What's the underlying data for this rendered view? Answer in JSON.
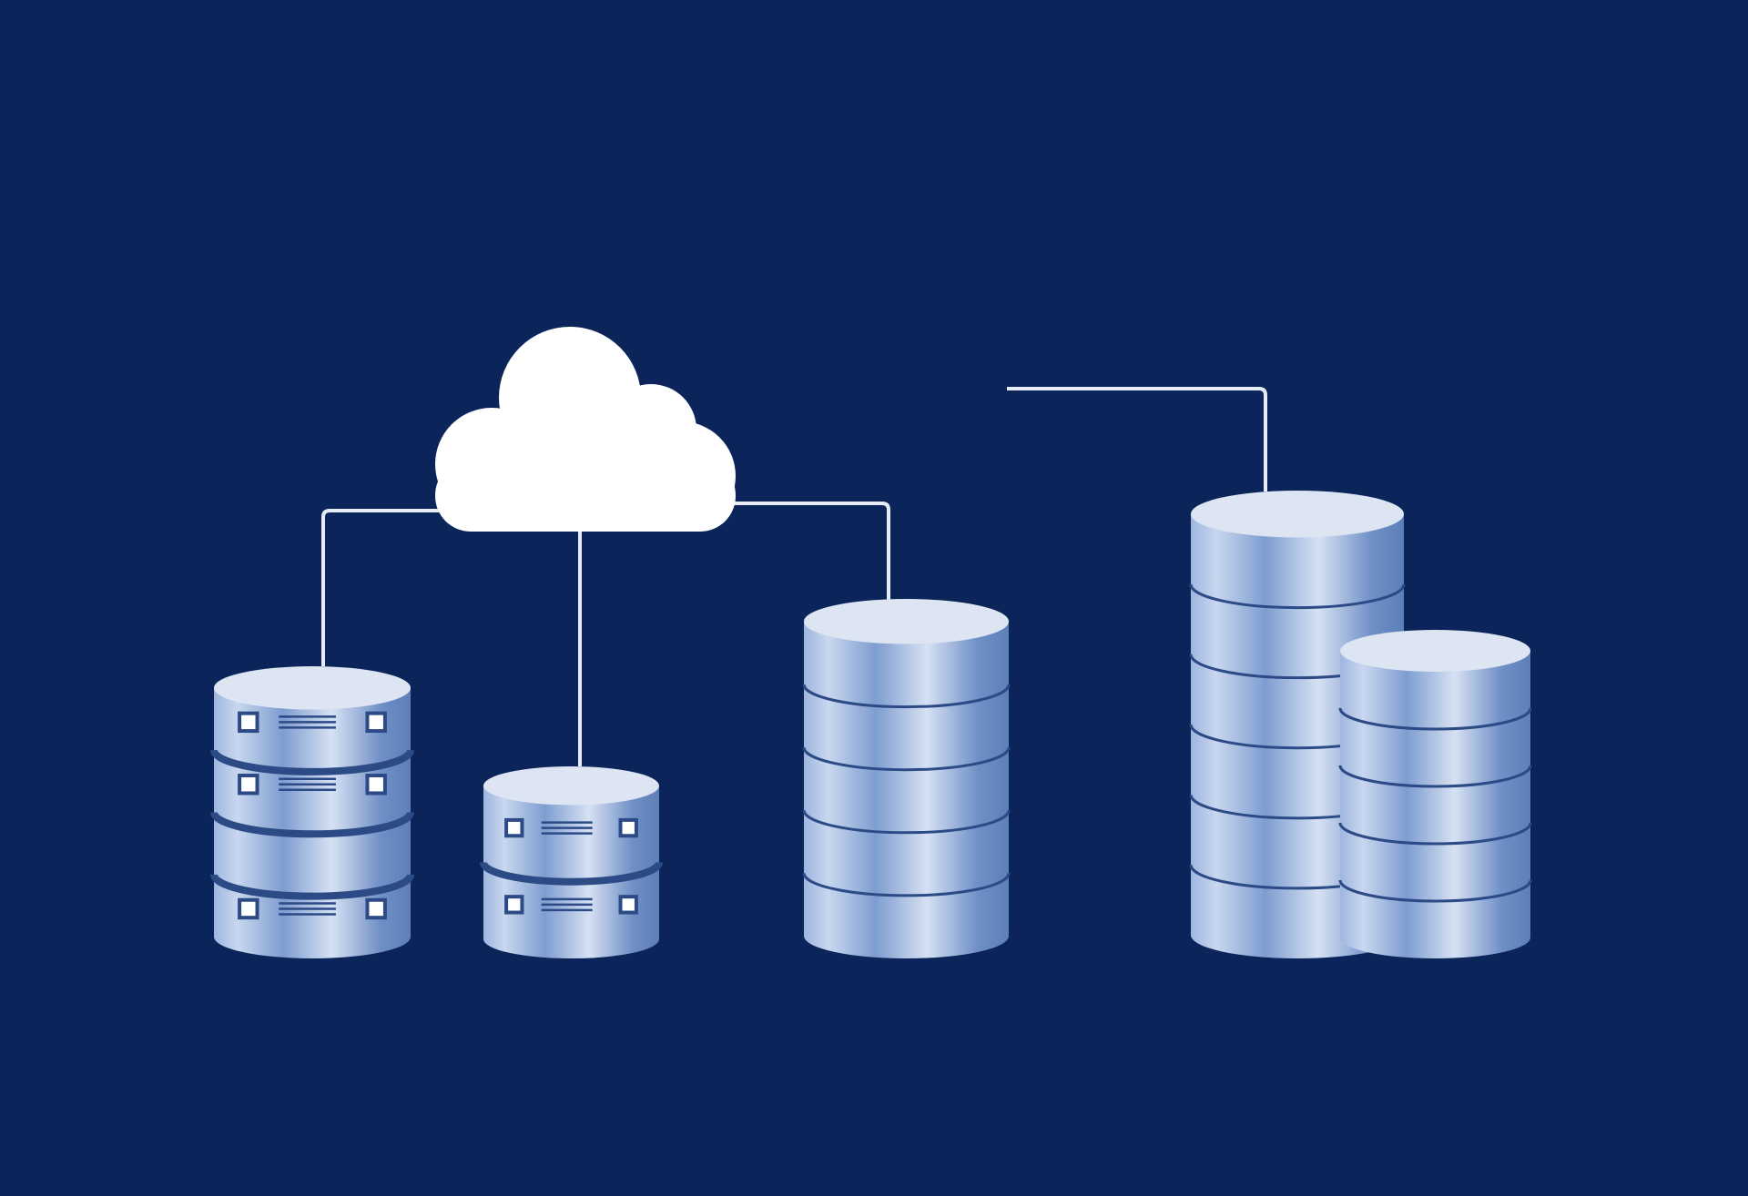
{
  "colors": {
    "background": "#0b2459",
    "cloud": "#ffffff",
    "connector": "#e6ebf5",
    "cylinder_top": "#dde5f3",
    "cylinder_light": "#c9d7ef",
    "cylinder_mid": "#7e9dd0",
    "cylinder_dark": "#5e7fb8",
    "band_line": "#2c4a86"
  },
  "cloud": {
    "icon": "cloud-icon"
  },
  "databases": [
    {
      "name": "server-database-large",
      "segments": 4,
      "server_slots": [
        true,
        true,
        false,
        true
      ]
    },
    {
      "name": "server-database-small",
      "segments": 2,
      "server_slots": [
        true,
        true
      ]
    },
    {
      "name": "database-stack-medium",
      "segments": 5,
      "server_slots": []
    },
    {
      "name": "database-stack-tall",
      "segments": 6,
      "server_slots": []
    },
    {
      "name": "database-stack-front",
      "segments": 5,
      "server_slots": []
    }
  ]
}
